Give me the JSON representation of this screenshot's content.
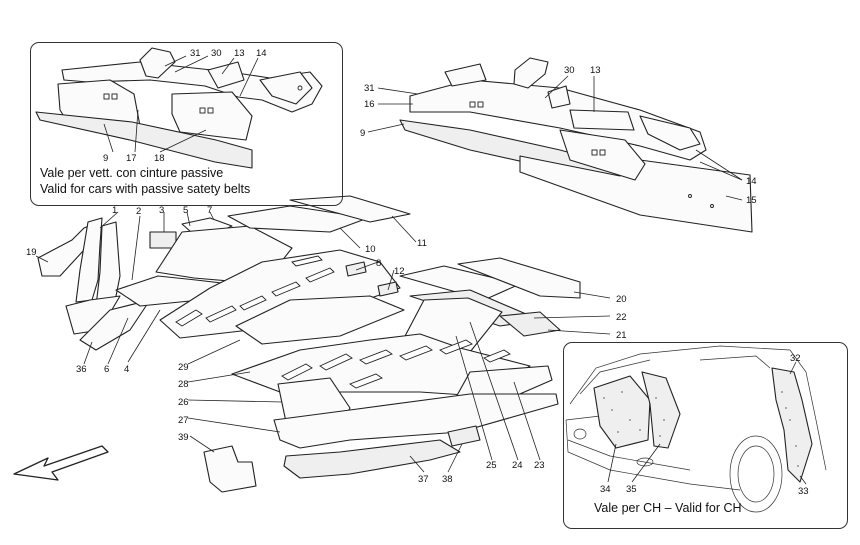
{
  "inset_passive": {
    "caption_it": "Vale per vett. con cinture passive",
    "caption_en": "Valid for cars with passive satety belts",
    "labels": [
      "31",
      "30",
      "13",
      "14",
      "9",
      "17",
      "18"
    ]
  },
  "inset_ch": {
    "caption": "Vale per CH – Valid for CH",
    "labels": [
      "32",
      "34",
      "35",
      "33"
    ]
  },
  "top_right_assembly": {
    "labels": [
      "31",
      "30",
      "13",
      "16",
      "9",
      "14",
      "15"
    ]
  },
  "main_assembly": {
    "labels": [
      "1",
      "3",
      "5",
      "7",
      "19",
      "2",
      "10",
      "11",
      "8",
      "12",
      "20",
      "22",
      "21",
      "36",
      "6",
      "4",
      "29",
      "28",
      "26",
      "27",
      "39",
      "25",
      "24",
      "23",
      "37",
      "38"
    ]
  },
  "direction_arrow": "front-direction-arrow-icon"
}
